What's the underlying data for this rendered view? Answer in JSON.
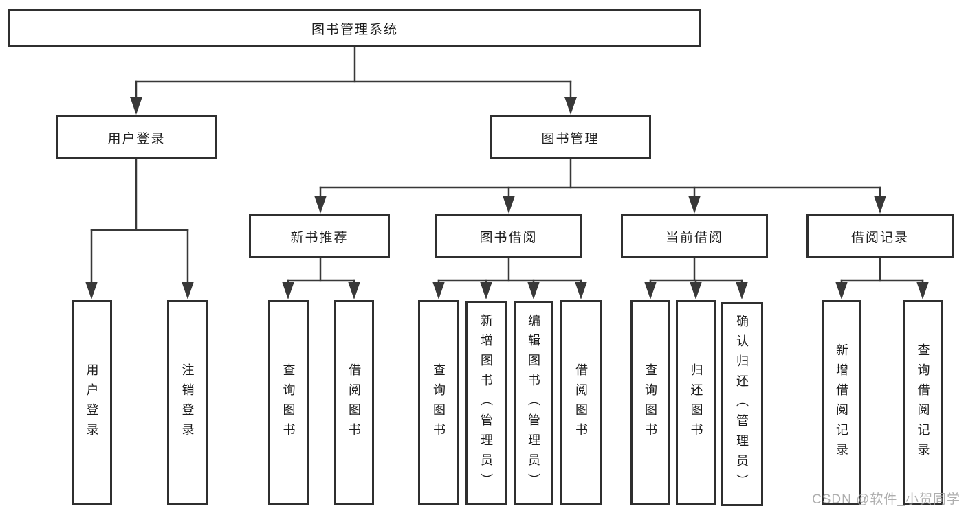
{
  "nodes": {
    "root": {
      "label": "图书管理系统"
    },
    "branches": [
      {
        "label": "用户登录",
        "children": [
          {
            "label": "用户登录"
          },
          {
            "label": "注销登录"
          }
        ]
      },
      {
        "label": "图书管理",
        "children": [
          {
            "label": "新书推荐",
            "children": [
              {
                "label": "查询图书"
              },
              {
                "label": "借阅图书"
              }
            ]
          },
          {
            "label": "图书借阅",
            "children": [
              {
                "label": "查询图书"
              },
              {
                "label": "新增图书（管理员）"
              },
              {
                "label": "编辑图书（管理员）"
              },
              {
                "label": "借阅图书"
              }
            ]
          },
          {
            "label": "当前借阅",
            "children": [
              {
                "label": "查询图书"
              },
              {
                "label": "归还图书"
              },
              {
                "label": "确认归还（管理员）"
              }
            ]
          },
          {
            "label": "借阅记录",
            "children": [
              {
                "label": "新增借阅记录"
              },
              {
                "label": "查询借阅记录"
              }
            ]
          }
        ]
      }
    ]
  },
  "watermark": {
    "text": "CSDN @软件_小贺同学"
  },
  "colors": {
    "line": "#383838",
    "box_border": "#2f2f2f",
    "box_fill": "#ffffff",
    "text": "#1c1c1c",
    "watermark": "#a0a0a0",
    "background": "#ffffff"
  }
}
